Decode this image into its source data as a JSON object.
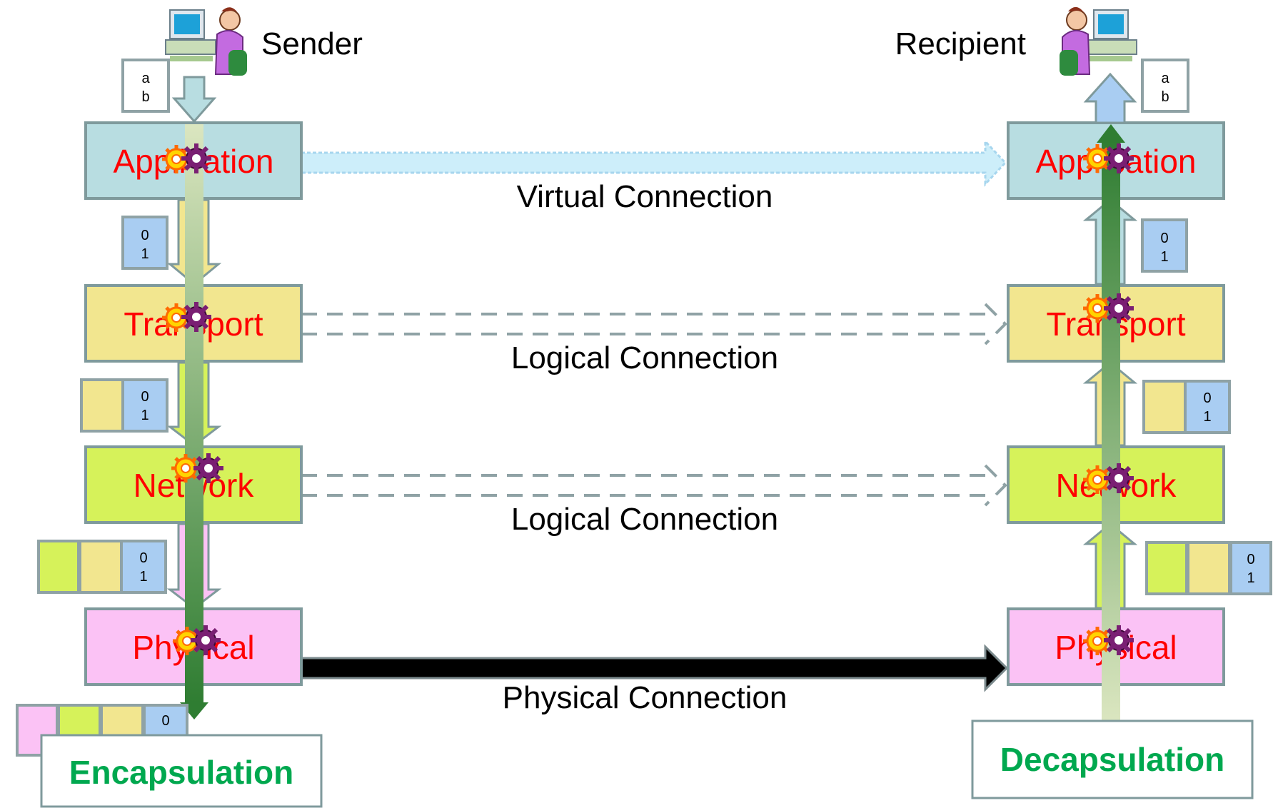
{
  "sender": {
    "label": "Sender"
  },
  "recipient": {
    "label": "Recipient"
  },
  "layers": [
    {
      "id": "application",
      "label": "Application",
      "fill": "#b8dde1"
    },
    {
      "id": "transport",
      "label": "Transport",
      "fill": "#f2e68f"
    },
    {
      "id": "network",
      "label": "Network",
      "fill": "#d6f25a"
    },
    {
      "id": "physical",
      "label": "Physical",
      "fill": "#fbc2f5"
    }
  ],
  "connections": [
    {
      "id": "virtual",
      "label": "Virtual Connection"
    },
    {
      "id": "logical-transport",
      "label": "Logical Connection"
    },
    {
      "id": "logical-network",
      "label": "Logical Connection"
    },
    {
      "id": "physical",
      "label": "Physical Connection"
    }
  ],
  "data_unit": {
    "message_text": [
      "a",
      "b"
    ],
    "bits_text": [
      "0",
      "1"
    ]
  },
  "process": {
    "encapsulation": "Encapsulation",
    "decapsulation": "Decapsulation"
  },
  "colors": {
    "layer_text": "#ff0000",
    "process_text": "#00a84f",
    "virtual_arrow": "#cdeefa",
    "dashed_arrow": "#8fa2a5",
    "physical_arrow": "#000000",
    "data_blue": "#a9cdf2",
    "flow_green": "#2f7d32"
  },
  "icons": [
    "user-computer-icon",
    "gear-icon",
    "scroll-icon"
  ]
}
